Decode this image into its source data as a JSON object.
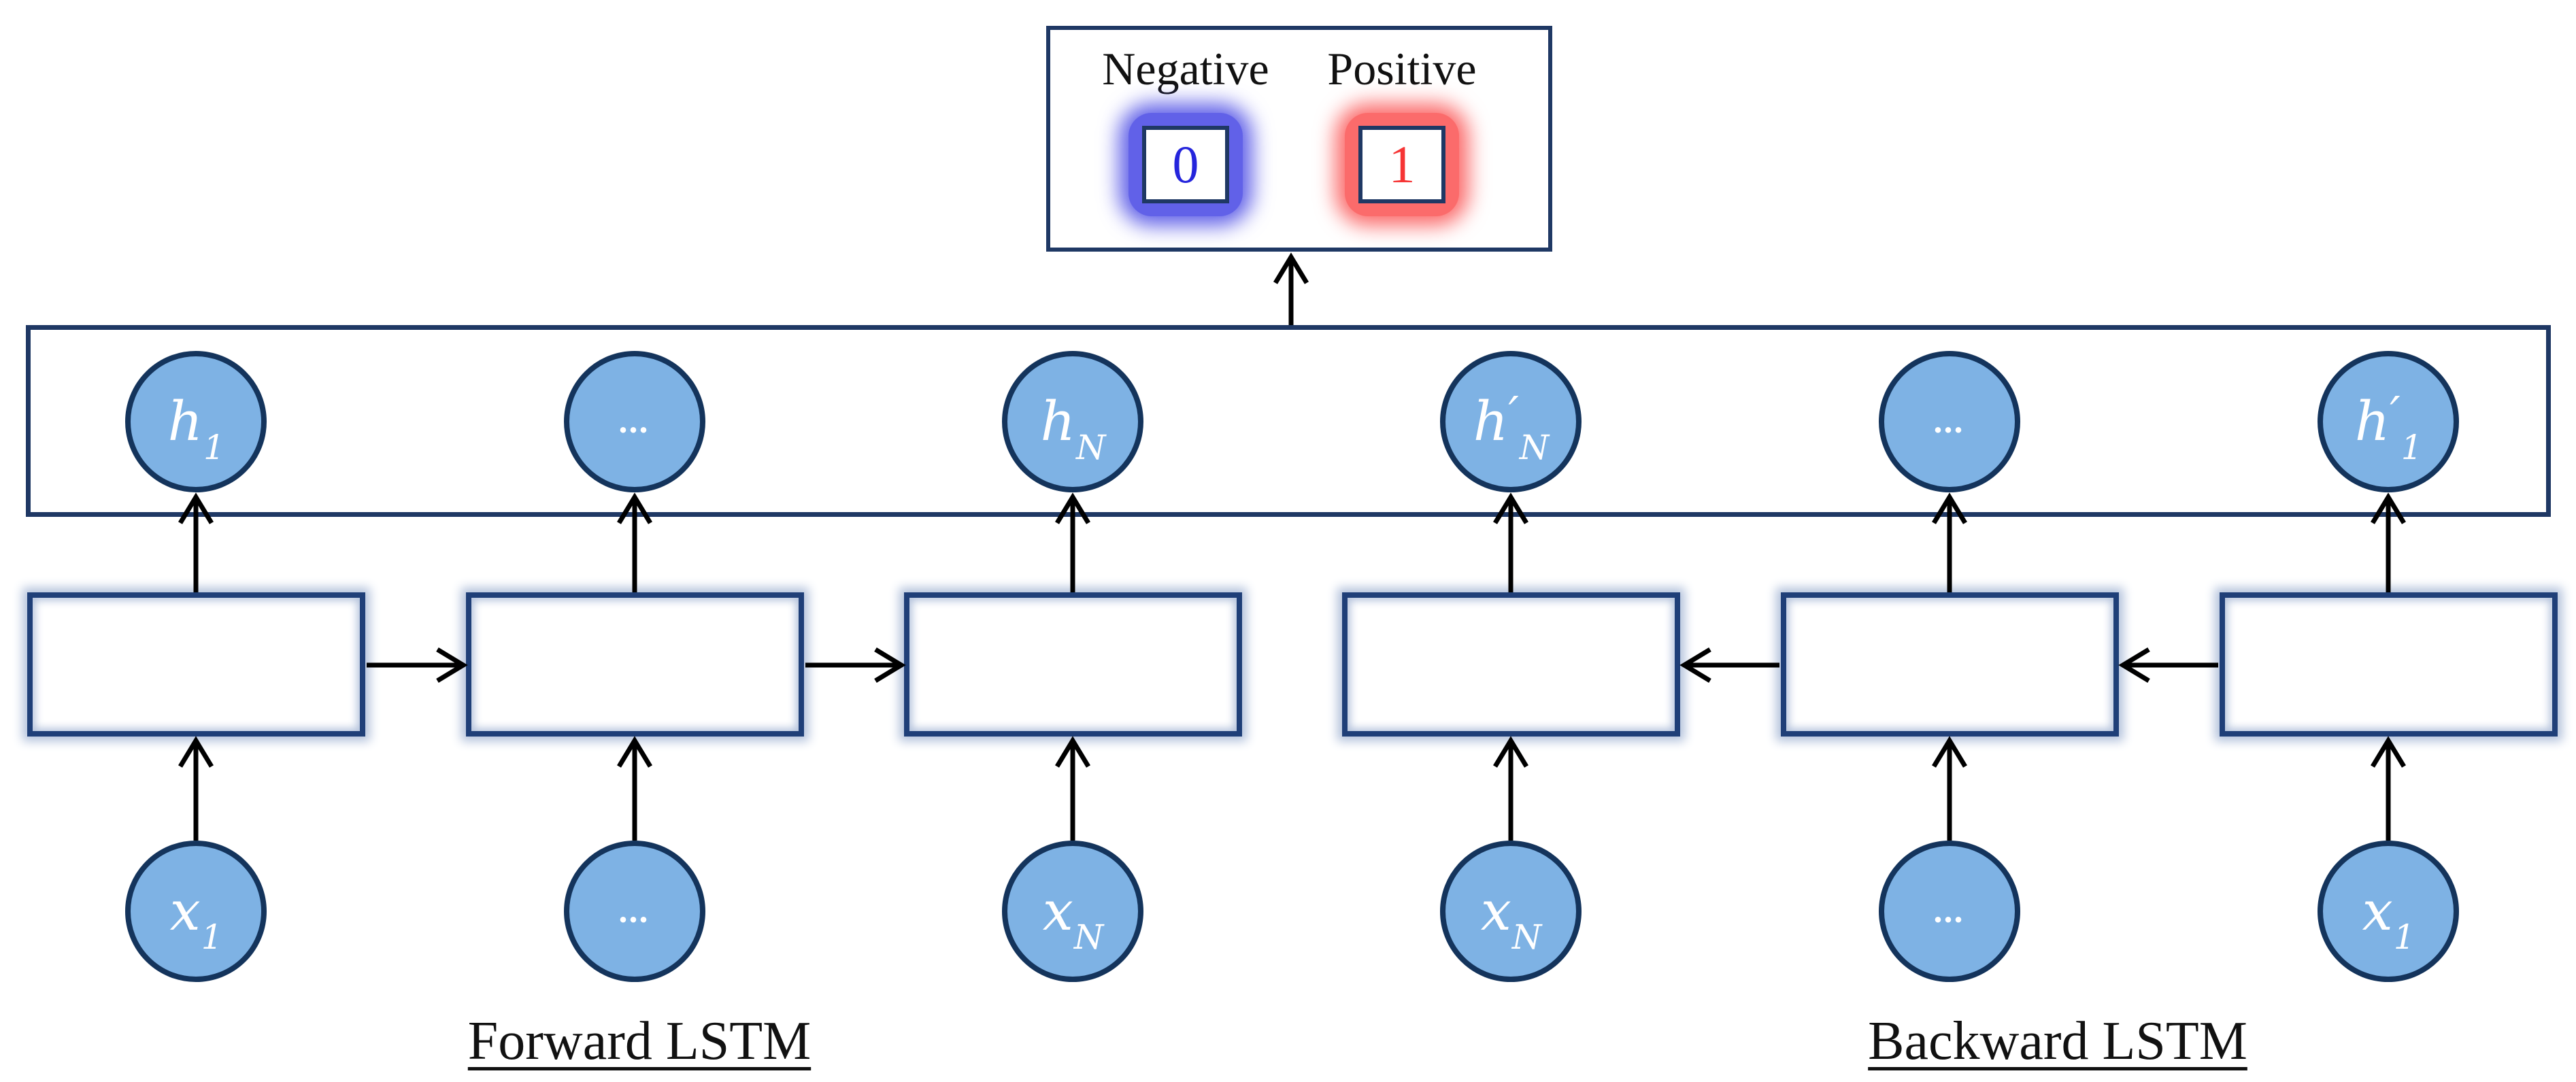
{
  "diagram": {
    "classifier": {
      "negative_label": "Negative",
      "positive_label": "Positive",
      "negative_value": "0",
      "positive_value": "1"
    },
    "top_circles": [
      {
        "base": "h",
        "prime": "",
        "sub": "1"
      },
      {
        "base": "…",
        "prime": "",
        "sub": ""
      },
      {
        "base": "h",
        "prime": "",
        "sub": "N"
      },
      {
        "base": "h",
        "prime": "′",
        "sub": "N"
      },
      {
        "base": "…",
        "prime": "",
        "sub": ""
      },
      {
        "base": "h",
        "prime": "′",
        "sub": "1"
      }
    ],
    "bottom_circles": [
      {
        "base": "x",
        "prime": "",
        "sub": "1"
      },
      {
        "base": "…",
        "prime": "",
        "sub": ""
      },
      {
        "base": "x",
        "prime": "",
        "sub": "N"
      },
      {
        "base": "x",
        "prime": "",
        "sub": "N"
      },
      {
        "base": "…",
        "prime": "",
        "sub": ""
      },
      {
        "base": "x",
        "prime": "",
        "sub": "1"
      }
    ],
    "captions": {
      "forward": "Forward LSTM",
      "backward": "Backward LSTM"
    },
    "colors": {
      "circle_fill": "#7EB2E4",
      "circle_border": "#14345C",
      "box_border": "#1F3864",
      "cell_border": "#1F3F78",
      "cell_glow": "#B3C2DC",
      "negative_glow": "#6161E8",
      "positive_glow": "#FB6B6B",
      "negative_value_color": "#2525DC",
      "positive_value_color": "#F63535",
      "arrow_color": "#000000"
    }
  }
}
